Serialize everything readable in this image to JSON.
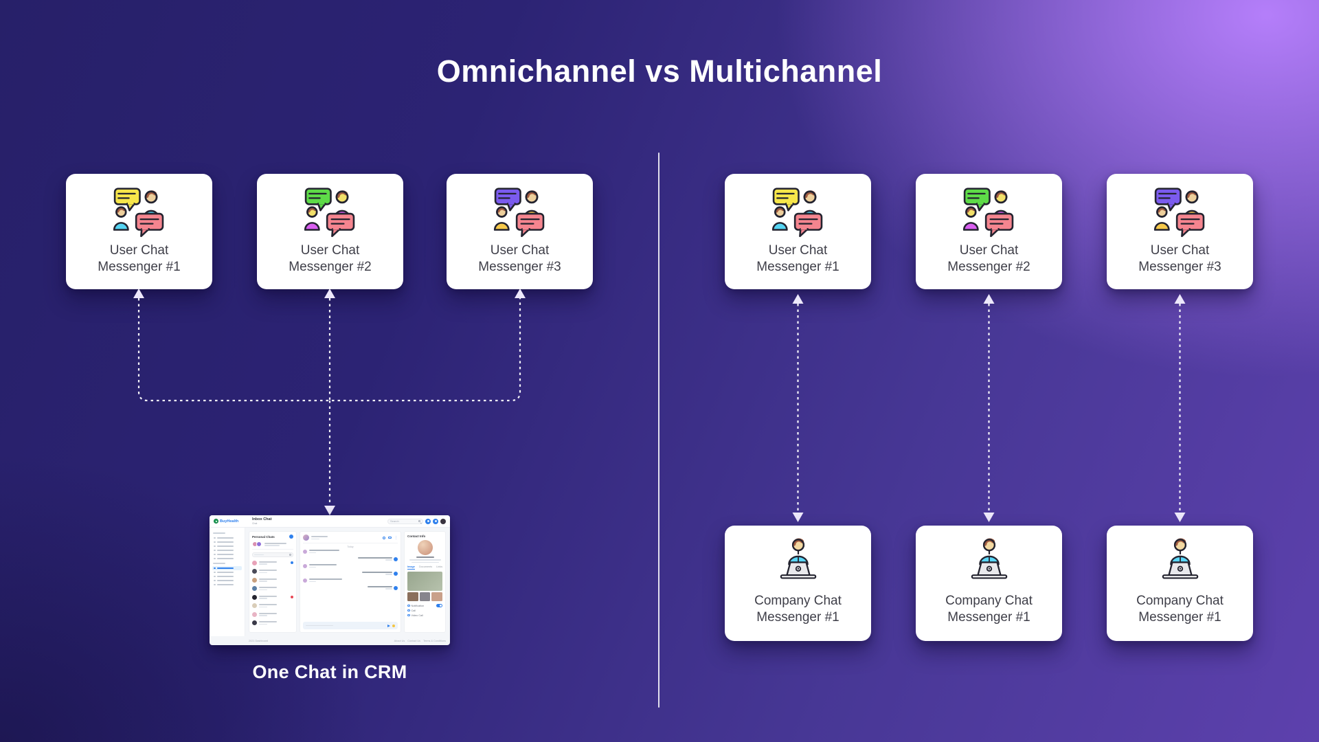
{
  "title": "Omnichannel vs Multichannel",
  "left": {
    "user_cards": [
      {
        "label": "User Chat Messenger #1",
        "colors": {
          "bubble": "#F7E64A",
          "person": "#55D4F2",
          "face": "#EDCF9C",
          "hair": "#A25C41",
          "bubble2": "#F5858F"
        }
      },
      {
        "label": "User Chat Messenger #2",
        "colors": {
          "bubble": "#5EDB48",
          "person": "#D95FF0",
          "face": "#F2E06A",
          "hair": "#A25C41",
          "bubble2": "#F5858F"
        }
      },
      {
        "label": "User Chat Messenger #3",
        "colors": {
          "bubble": "#7B5BEE",
          "person": "#F6C94B",
          "face": "#EDCF9C",
          "hair": "#A25C41",
          "bubble2": "#F5858F"
        }
      }
    ],
    "crm_caption": "One Chat in CRM",
    "crm": {
      "brand": "BuyHealth",
      "page_title": "Inbox Chat",
      "breadcrumb": "Chat",
      "search_placeholder": "Search",
      "chats_panel": {
        "title": "Personal Chats"
      },
      "contacts": [
        {
          "color": "#E8A2B8",
          "badge": "#2F80ED"
        },
        {
          "color": "#4A4A58",
          "badge": null
        },
        {
          "color": "#C9A07E",
          "badge": null
        },
        {
          "color": "#5B7FA6",
          "badge": null
        },
        {
          "color": "#24242F",
          "badge": "#E84856"
        },
        {
          "color": "#D9CDB8",
          "badge": null
        },
        {
          "color": "#E8B4C4",
          "badge": null
        },
        {
          "color": "#3A3A48",
          "badge": null
        }
      ],
      "chat": {
        "today": "Today",
        "messages": [
          {
            "side": "left",
            "w1": 44,
            "w2": 10
          },
          {
            "side": "right",
            "w1": 50,
            "w2": 10
          },
          {
            "side": "left",
            "w1": 40,
            "w2": 10
          },
          {
            "side": "right",
            "w1": 44,
            "w2": 10
          },
          {
            "side": "left",
            "w1": 48,
            "w2": 10
          },
          {
            "side": "right",
            "w1": 36,
            "w2": 10
          }
        ]
      },
      "contact_panel": {
        "title": "Contact Info",
        "tabs": [
          "Image",
          "Documents",
          "Links"
        ],
        "options": [
          "Notification",
          "Call",
          "Video Call"
        ],
        "photos": {
          "large": "#98A68E",
          "small": [
            "#8A6F5C",
            "#87858D",
            "#C9A08A"
          ]
        }
      },
      "sidebar_groups": [
        {
          "count": 6,
          "active": -1
        },
        {
          "count": 5,
          "active": 0
        }
      ],
      "footer": {
        "left": "2021 Dashboard",
        "links": [
          "About Us",
          "Contact Us",
          "Terms & Conditions"
        ]
      }
    }
  },
  "right": {
    "user_cards": [
      {
        "label": "User Chat Messenger #1",
        "colors": {
          "bubble": "#F7E64A",
          "person": "#55D4F2",
          "face": "#EDCF9C",
          "hair": "#A25C41",
          "bubble2": "#F5858F"
        }
      },
      {
        "label": "User Chat Messenger #2",
        "colors": {
          "bubble": "#5EDB48",
          "person": "#D95FF0",
          "face": "#F2E06A",
          "hair": "#A25C41",
          "bubble2": "#F5858F"
        }
      },
      {
        "label": "User Chat Messenger #3",
        "colors": {
          "bubble": "#7B5BEE",
          "person": "#F6C94B",
          "face": "#EDCF9C",
          "hair": "#A25C41",
          "bubble2": "#F5858F"
        }
      }
    ],
    "company_cards": [
      {
        "label": "Company Chat Messenger #1"
      },
      {
        "label": "Company Chat Messenger #1"
      },
      {
        "label": "Company Chat Messenger #1"
      }
    ],
    "company_icon_colors": {
      "face": "#F3D9A2",
      "hair": "#A25C41",
      "shirt": "#5AD7F8",
      "laptop": "#E9E9EC"
    }
  },
  "theme": {
    "background_dark": "#272069",
    "background_light": "#A678EE",
    "accent_blue": "#2F80ED",
    "outline": "#23232F",
    "card_text": "#3E3E48",
    "arrow_color": "#EDE8FB"
  }
}
